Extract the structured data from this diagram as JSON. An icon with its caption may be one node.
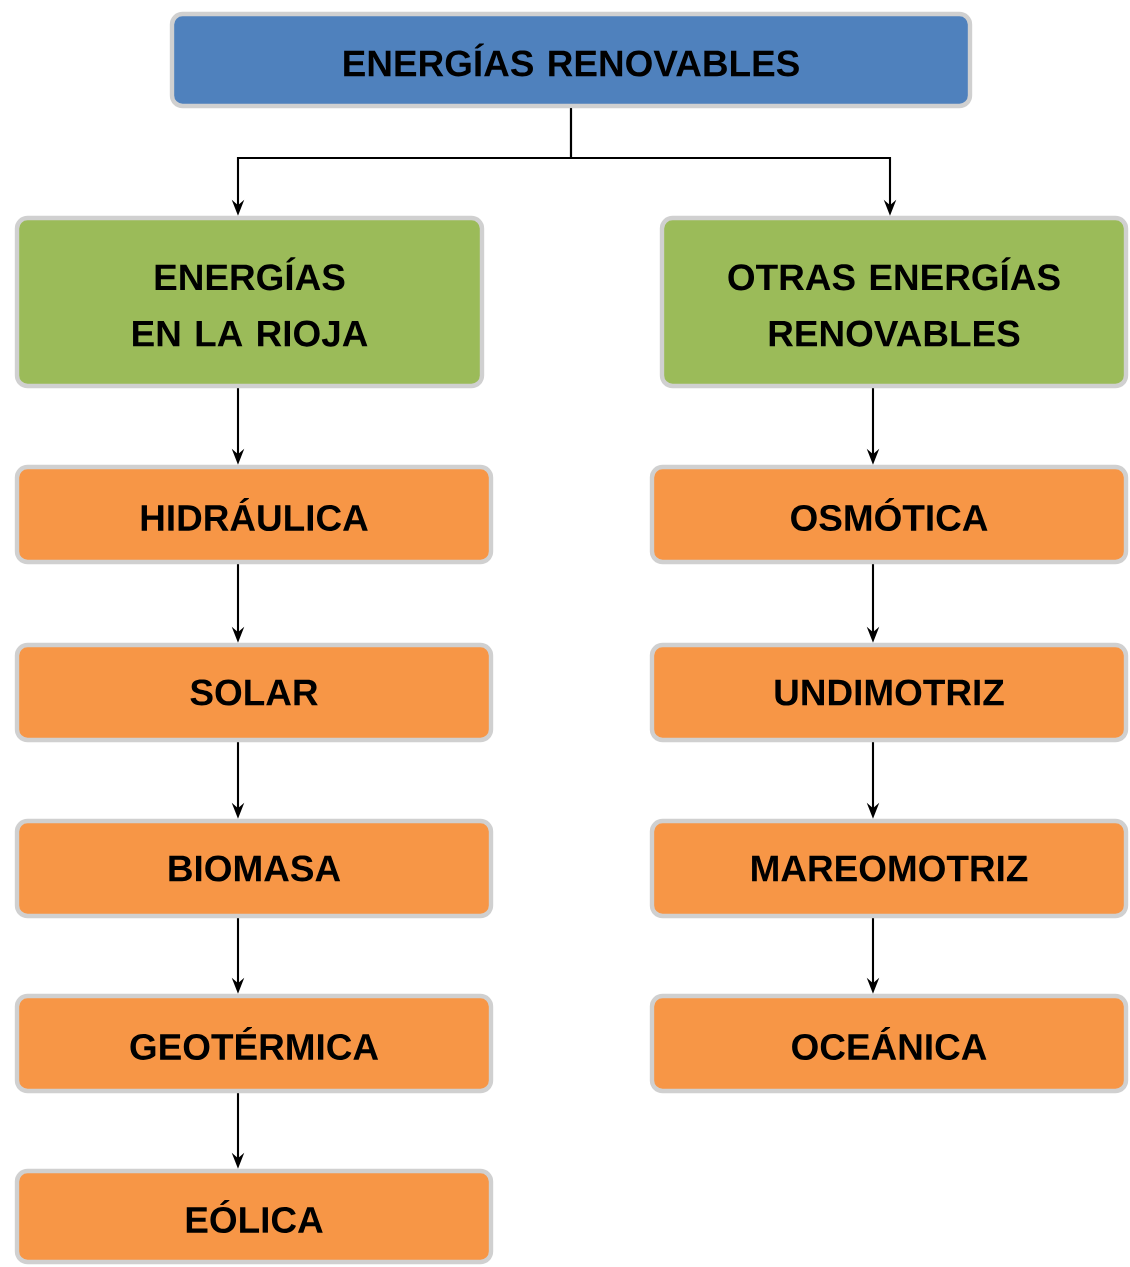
{
  "diagram": {
    "nodes": [
      {
        "text": [
          "ENERGÍAS RENOVABLES"
        ]
      },
      {
        "text": [
          "ENERGÍAS EN LA RIOJA"
        ]
      },
      {
        "text": [
          "OTRAS ENERGÍAS RENOVABLES"
        ]
      },
      {
        "text": [
          "HIDRÁULICA"
        ]
      },
      {
        "text": [
          "SOLAR"
        ]
      },
      {
        "text": [
          "BIOMASA"
        ]
      },
      {
        "text": [
          "GEOTÉRMICA"
        ]
      },
      {
        "text": [
          "EÓLICA"
        ]
      },
      {
        "text": [
          "OSMÓTICA"
        ]
      },
      {
        "text": [
          "UNDIMOTRIZ"
        ]
      },
      {
        "text": [
          "MAREOMOTRIZ"
        ]
      },
      {
        "text": [
          "OCEÁNICA"
        ]
      }
    ],
    "edges": [
      {
        "from": 0,
        "to": 1,
        "arrow": "to"
      },
      {
        "from": 0,
        "to": 2,
        "arrow": "to"
      },
      {
        "from": 1,
        "to": 3,
        "arrow": "to"
      },
      {
        "from": 3,
        "to": 4,
        "arrow": "to"
      },
      {
        "from": 4,
        "to": 5,
        "arrow": "to"
      },
      {
        "from": 5,
        "to": 6,
        "arrow": "to"
      },
      {
        "from": 6,
        "to": 7,
        "arrow": "to"
      },
      {
        "from": 2,
        "to": 8,
        "arrow": "to"
      },
      {
        "from": 8,
        "to": 9,
        "arrow": "to"
      },
      {
        "from": 9,
        "to": 10,
        "arrow": "to"
      },
      {
        "from": 10,
        "to": 11,
        "arrow": "to"
      }
    ]
  }
}
